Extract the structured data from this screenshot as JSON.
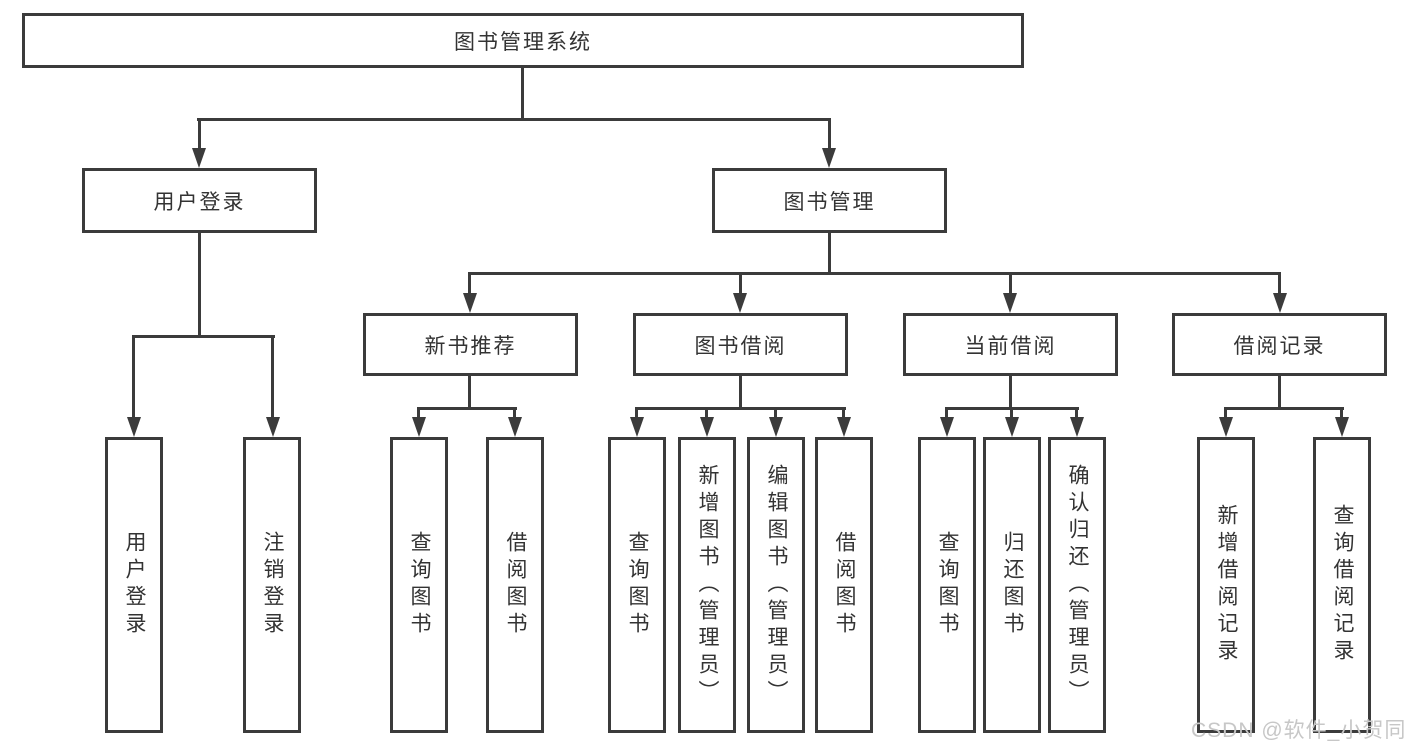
{
  "tree": {
    "root": {
      "label": "图书管理系统"
    },
    "branches": [
      {
        "label": "用户登录",
        "children": [
          {
            "label": "用户登录"
          },
          {
            "label": "注销登录"
          }
        ]
      },
      {
        "label": "图书管理",
        "children": [
          {
            "label": "新书推荐",
            "children": [
              {
                "label": "查询图书"
              },
              {
                "label": "借阅图书"
              }
            ]
          },
          {
            "label": "图书借阅",
            "children": [
              {
                "label": "查询图书"
              },
              {
                "label": "新增图书（管理员）"
              },
              {
                "label": "编辑图书（管理员）"
              },
              {
                "label": "借阅图书"
              }
            ]
          },
          {
            "label": "当前借阅",
            "children": [
              {
                "label": "查询图书"
              },
              {
                "label": "归还图书"
              },
              {
                "label": "确认归还（管理员）"
              }
            ]
          },
          {
            "label": "借阅记录",
            "children": [
              {
                "label": "新增借阅记录"
              },
              {
                "label": "查询借阅记录"
              }
            ]
          }
        ]
      }
    ]
  },
  "watermark": {
    "text": "CSDN @软件_小贺同学"
  },
  "colors": {
    "line": "#3b3b3b",
    "text": "#333333",
    "box_background": "#ffffff",
    "watermark": "#c7c7c7"
  }
}
